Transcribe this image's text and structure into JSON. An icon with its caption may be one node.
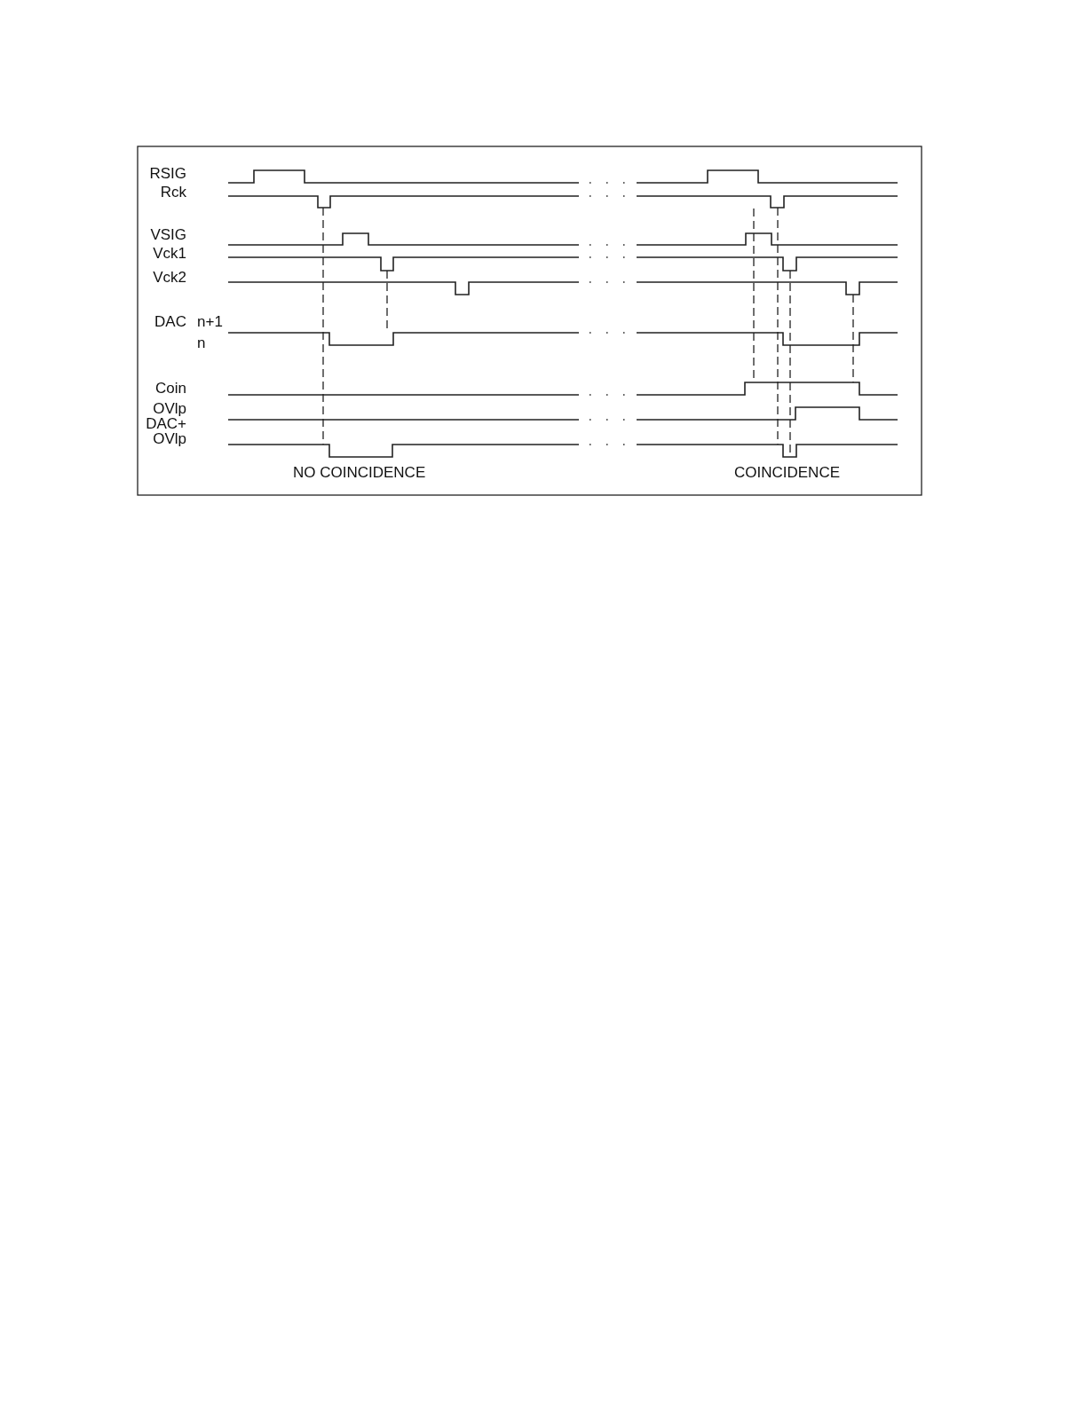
{
  "diagram": {
    "labels": [
      "RSIG",
      "Rck",
      "VSIG",
      "Vck1",
      "Vck2",
      "DAC",
      "n+1",
      "n",
      "Coin",
      "OVlp",
      "DAC+",
      "OVlp",
      "NO COINCIDENCE",
      "COINCIDENCE"
    ]
  }
}
